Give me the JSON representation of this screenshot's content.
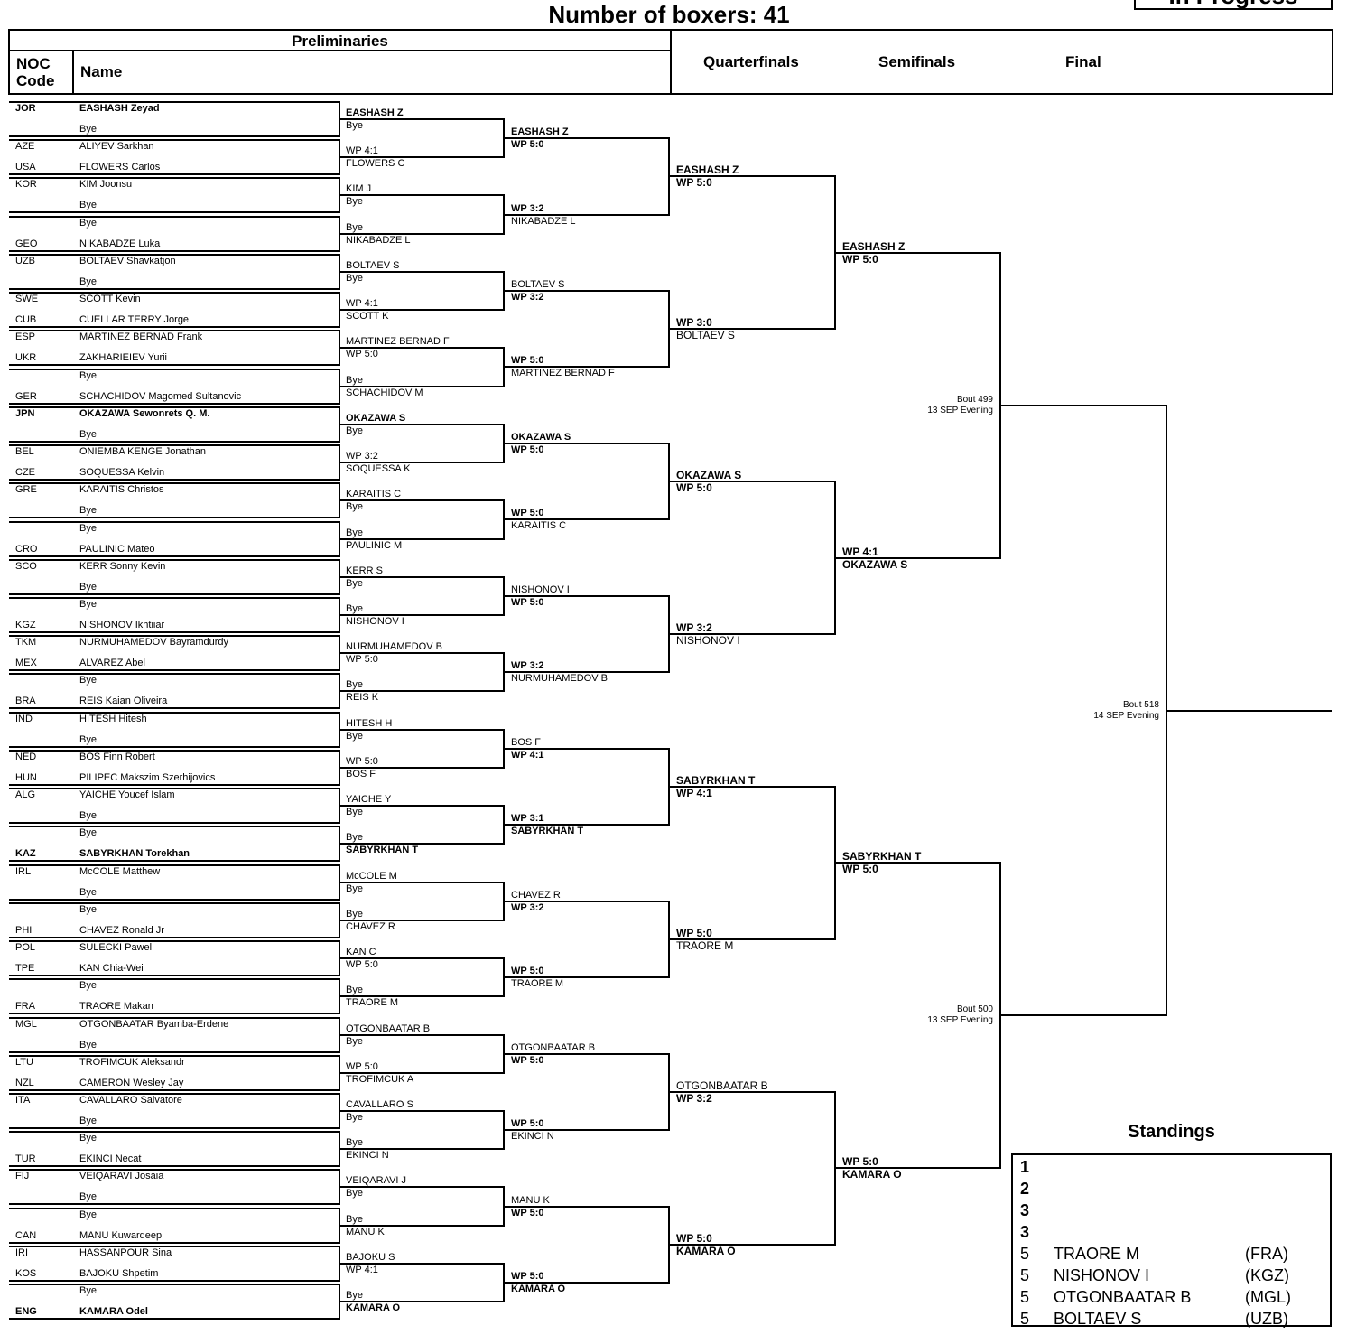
{
  "title": "Number of boxers: 41",
  "status": "In Progress",
  "header": {
    "preliminaries": "Preliminaries",
    "noc_code": "NOC Code",
    "name": "Name",
    "quarterfinals": "Quarterfinals",
    "semifinals": "Semifinals",
    "final": "Final"
  },
  "prelims": [
    {
      "top": {
        "noc": "JOR",
        "name": "EASHASH Zeyad",
        "bold": true
      },
      "bottom": {
        "noc": "",
        "name": "Bye"
      }
    },
    {
      "top": {
        "noc": "AZE",
        "name": "ALIYEV Sarkhan"
      },
      "bottom": {
        "noc": "USA",
        "name": "FLOWERS Carlos"
      }
    },
    {
      "top": {
        "noc": "KOR",
        "name": "KIM Joonsu"
      },
      "bottom": {
        "noc": "",
        "name": "Bye"
      }
    },
    {
      "top": {
        "noc": "",
        "name": "Bye"
      },
      "bottom": {
        "noc": "GEO",
        "name": "NIKABADZE Luka"
      }
    },
    {
      "top": {
        "noc": "UZB",
        "name": "BOLTAEV Shavkatjon"
      },
      "bottom": {
        "noc": "",
        "name": "Bye"
      }
    },
    {
      "top": {
        "noc": "SWE",
        "name": "SCOTT Kevin"
      },
      "bottom": {
        "noc": "CUB",
        "name": "CUELLAR TERRY Jorge"
      }
    },
    {
      "top": {
        "noc": "ESP",
        "name": "MARTINEZ BERNAD Frank"
      },
      "bottom": {
        "noc": "UKR",
        "name": "ZAKHARIEIEV Yurii"
      }
    },
    {
      "top": {
        "noc": "",
        "name": "Bye"
      },
      "bottom": {
        "noc": "GER",
        "name": "SCHACHIDOV Magomed Sultanovic"
      }
    },
    {
      "top": {
        "noc": "JPN",
        "name": "OKAZAWA Sewonrets Q. M.",
        "bold": true
      },
      "bottom": {
        "noc": "",
        "name": "Bye"
      }
    },
    {
      "top": {
        "noc": "BEL",
        "name": "ONIEMBA KENGE Jonathan"
      },
      "bottom": {
        "noc": "CZE",
        "name": "SOQUESSA Kelvin"
      }
    },
    {
      "top": {
        "noc": "GRE",
        "name": "KARAITIS Christos"
      },
      "bottom": {
        "noc": "",
        "name": "Bye"
      }
    },
    {
      "top": {
        "noc": "",
        "name": "Bye"
      },
      "bottom": {
        "noc": "CRO",
        "name": "PAULINIC Mateo"
      }
    },
    {
      "top": {
        "noc": "SCO",
        "name": "KERR Sonny Kevin"
      },
      "bottom": {
        "noc": "",
        "name": "Bye"
      }
    },
    {
      "top": {
        "noc": "",
        "name": "Bye"
      },
      "bottom": {
        "noc": "KGZ",
        "name": "NISHONOV Ikhtiiar"
      }
    },
    {
      "top": {
        "noc": "TKM",
        "name": "NURMUHAMEDOV Bayramdurdy"
      },
      "bottom": {
        "noc": "MEX",
        "name": "ALVAREZ Abel"
      }
    },
    {
      "top": {
        "noc": "",
        "name": "Bye"
      },
      "bottom": {
        "noc": "BRA",
        "name": "REIS Kaian Oliveira"
      }
    },
    {
      "top": {
        "noc": "IND",
        "name": "HITESH Hitesh"
      },
      "bottom": {
        "noc": "",
        "name": "Bye"
      }
    },
    {
      "top": {
        "noc": "NED",
        "name": "BOS Finn Robert"
      },
      "bottom": {
        "noc": "HUN",
        "name": "PILIPEC Makszim Szerhijovics"
      }
    },
    {
      "top": {
        "noc": "ALG",
        "name": "YAICHE Youcef  Islam"
      },
      "bottom": {
        "noc": "",
        "name": "Bye"
      }
    },
    {
      "top": {
        "noc": "",
        "name": "Bye"
      },
      "bottom": {
        "noc": "KAZ",
        "name": "SABYRKHAN Torekhan",
        "bold": true
      }
    },
    {
      "top": {
        "noc": "IRL",
        "name": "McCOLE Matthew"
      },
      "bottom": {
        "noc": "",
        "name": "Bye"
      }
    },
    {
      "top": {
        "noc": "",
        "name": "Bye"
      },
      "bottom": {
        "noc": "PHI",
        "name": "CHAVEZ Ronald Jr"
      }
    },
    {
      "top": {
        "noc": "POL",
        "name": "SULECKI Pawel"
      },
      "bottom": {
        "noc": "TPE",
        "name": "KAN Chia-Wei"
      }
    },
    {
      "top": {
        "noc": "",
        "name": "Bye"
      },
      "bottom": {
        "noc": "FRA",
        "name": "TRAORE Makan"
      }
    },
    {
      "top": {
        "noc": "MGL",
        "name": "OTGONBAATAR Byamba-Erdene"
      },
      "bottom": {
        "noc": "",
        "name": "Bye"
      }
    },
    {
      "top": {
        "noc": "LTU",
        "name": "TROFIMCUK Aleksandr"
      },
      "bottom": {
        "noc": "NZL",
        "name": "CAMERON Wesley Jay"
      }
    },
    {
      "top": {
        "noc": "ITA",
        "name": "CAVALLARO Salvatore"
      },
      "bottom": {
        "noc": "",
        "name": "Bye"
      }
    },
    {
      "top": {
        "noc": "",
        "name": "Bye"
      },
      "bottom": {
        "noc": "TUR",
        "name": "EKINCI Necat"
      }
    },
    {
      "top": {
        "noc": "FIJ",
        "name": "VEIQARAVI Josaia"
      },
      "bottom": {
        "noc": "",
        "name": "Bye"
      }
    },
    {
      "top": {
        "noc": "",
        "name": "Bye"
      },
      "bottom": {
        "noc": "CAN",
        "name": "MANU Kuwardeep"
      }
    },
    {
      "top": {
        "noc": "IRI",
        "name": "HASSANPOUR Sina"
      },
      "bottom": {
        "noc": "KOS",
        "name": "BAJOKU Shpetim"
      }
    },
    {
      "top": {
        "noc": "",
        "name": "Bye"
      },
      "bottom": {
        "noc": "ENG",
        "name": "KAMARA Odel",
        "bold": true
      }
    }
  ],
  "rounds": [
    [
      [
        "EASHASH Z",
        "Bye"
      ],
      [
        "WP 4:1",
        "FLOWERS C"
      ],
      [
        "KIM J",
        "Bye"
      ],
      [
        "Bye",
        "NIKABADZE L"
      ],
      [
        "BOLTAEV S",
        "Bye"
      ],
      [
        "WP 4:1",
        "SCOTT K"
      ],
      [
        "MARTINEZ BERNAD F",
        "WP 5:0"
      ],
      [
        "Bye",
        "SCHACHIDOV M"
      ],
      [
        "OKAZAWA S",
        "Bye"
      ],
      [
        "WP 3:2",
        "SOQUESSA K"
      ],
      [
        "KARAITIS C",
        "Bye"
      ],
      [
        "Bye",
        "PAULINIC M"
      ],
      [
        "KERR S",
        "Bye"
      ],
      [
        "Bye",
        "NISHONOV I"
      ],
      [
        "NURMUHAMEDOV B",
        "WP 5:0"
      ],
      [
        "Bye",
        "REIS K"
      ],
      [
        "HITESH H",
        "Bye"
      ],
      [
        "WP 5:0",
        "BOS F"
      ],
      [
        "YAICHE Y",
        "Bye"
      ],
      [
        "Bye",
        "SABYRKHAN T"
      ],
      [
        "McCOLE M",
        "Bye"
      ],
      [
        "Bye",
        "CHAVEZ R"
      ],
      [
        "KAN C",
        "WP 5:0"
      ],
      [
        "Bye",
        "TRAORE M"
      ],
      [
        "OTGONBAATAR B",
        "Bye"
      ],
      [
        "WP 5:0",
        "TROFIMCUK A"
      ],
      [
        "CAVALLARO S",
        "Bye"
      ],
      [
        "Bye",
        "EKINCI N"
      ],
      [
        "VEIQARAVI J",
        "Bye"
      ],
      [
        "Bye",
        "MANU K"
      ],
      [
        "BAJOKU S",
        "WP 4:1"
      ],
      [
        "Bye",
        "KAMARA O"
      ]
    ],
    [
      [
        "EASHASH Z",
        "WP 5:0"
      ],
      [
        "WP 3:2",
        "NIKABADZE L"
      ],
      [
        "BOLTAEV S",
        "WP 3:2"
      ],
      [
        "WP 5:0",
        "MARTINEZ BERNAD F"
      ],
      [
        "OKAZAWA S",
        "WP 5:0"
      ],
      [
        "WP 5:0",
        "KARAITIS C"
      ],
      [
        "NISHONOV I",
        "WP 5:0"
      ],
      [
        "WP 3:2",
        "NURMUHAMEDOV B"
      ],
      [
        "BOS F",
        "WP 4:1"
      ],
      [
        "WP 3:1",
        "SABYRKHAN T"
      ],
      [
        "CHAVEZ R",
        "WP 3:2"
      ],
      [
        "WP 5:0",
        "TRAORE M"
      ],
      [
        "OTGONBAATAR B",
        "WP 5:0"
      ],
      [
        "WP 5:0",
        "EKINCI N"
      ],
      [
        "MANU K",
        "WP 5:0"
      ],
      [
        "WP 5:0",
        "KAMARA O"
      ]
    ],
    [
      [
        "EASHASH Z",
        "WP 5:0"
      ],
      [
        "WP 3:0",
        "BOLTAEV S"
      ],
      [
        "OKAZAWA S",
        "WP 5:0"
      ],
      [
        "WP 3:2",
        "NISHONOV I"
      ],
      [
        "SABYRKHAN T",
        "WP 4:1"
      ],
      [
        "WP 5:0",
        "TRAORE M"
      ],
      [
        "OTGONBAATAR B",
        "WP 3:2"
      ],
      [
        "WP 5:0",
        "KAMARA O"
      ]
    ],
    [
      [
        "EASHASH Z",
        "WP 5:0"
      ],
      [
        "WP 4:1",
        "OKAZAWA S"
      ],
      [
        "SABYRKHAN T",
        "WP 5:0"
      ],
      [
        "WP 5:0",
        "KAMARA O"
      ]
    ]
  ],
  "bold_names": [
    "EASHASH Z",
    "OKAZAWA S",
    "SABYRKHAN T",
    "KAMARA O"
  ],
  "semifinal_bouts": [
    {
      "bout": "Bout  499",
      "session": "13 SEP Evening"
    },
    {
      "bout": "Bout  500",
      "session": "13 SEP Evening"
    }
  ],
  "final_bout": {
    "bout": "Bout  518",
    "session": "14 SEP Evening"
  },
  "standings": {
    "title": "Standings",
    "rows": [
      {
        "rank": "1",
        "name": "",
        "noc": ""
      },
      {
        "rank": "2",
        "name": "",
        "noc": ""
      },
      {
        "rank": "3",
        "name": "",
        "noc": ""
      },
      {
        "rank": "3",
        "name": "",
        "noc": ""
      },
      {
        "rank": "5",
        "name": "TRAORE M",
        "noc": "(FRA)"
      },
      {
        "rank": "5",
        "name": "NISHONOV I",
        "noc": "(KGZ)"
      },
      {
        "rank": "5",
        "name": "OTGONBAATAR B",
        "noc": "(MGL)"
      },
      {
        "rank": "5",
        "name": "BOLTAEV S",
        "noc": "(UZB)"
      }
    ]
  }
}
